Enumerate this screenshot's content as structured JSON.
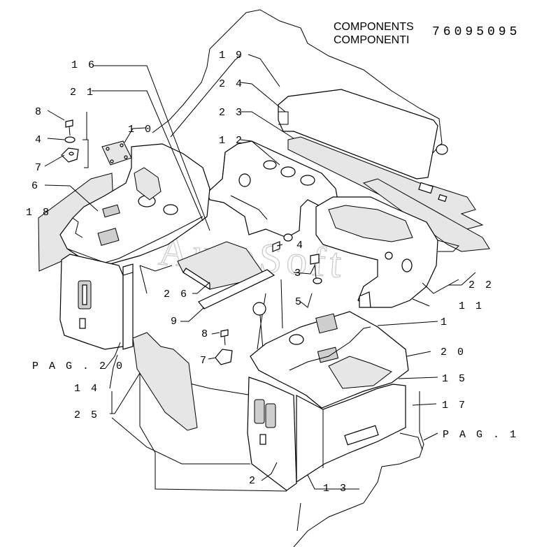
{
  "header": {
    "title_en": "COMPONENTS",
    "title_it": "COMPONENTI",
    "part_number": "76095095"
  },
  "watermark": "AutoSoft",
  "labels": [
    {
      "id": "16",
      "text": "1 6"
    },
    {
      "id": "19",
      "text": "1 9"
    },
    {
      "id": "21",
      "text": "2 1"
    },
    {
      "id": "24",
      "text": "2 4"
    },
    {
      "id": "8a",
      "text": "8"
    },
    {
      "id": "23",
      "text": "2 3"
    },
    {
      "id": "10",
      "text": "1 0"
    },
    {
      "id": "4a",
      "text": "4"
    },
    {
      "id": "12",
      "text": "1 2"
    },
    {
      "id": "7a",
      "text": "7"
    },
    {
      "id": "6",
      "text": "6"
    },
    {
      "id": "18",
      "text": "1 8"
    },
    {
      "id": "4b",
      "text": "4"
    },
    {
      "id": "3",
      "text": "3"
    },
    {
      "id": "22",
      "text": "2 2"
    },
    {
      "id": "26",
      "text": "2 6"
    },
    {
      "id": "5",
      "text": "5"
    },
    {
      "id": "11",
      "text": "1 1"
    },
    {
      "id": "9",
      "text": "9"
    },
    {
      "id": "1",
      "text": "1"
    },
    {
      "id": "8b",
      "text": "8"
    },
    {
      "id": "20",
      "text": "2 0"
    },
    {
      "id": "7b",
      "text": "7"
    },
    {
      "id": "pag20",
      "text": "P A G . 2 0"
    },
    {
      "id": "15",
      "text": "1 5"
    },
    {
      "id": "14",
      "text": "1 4"
    },
    {
      "id": "17",
      "text": "1 7"
    },
    {
      "id": "25",
      "text": "2 5"
    },
    {
      "id": "pag1",
      "text": "P A G . 1"
    },
    {
      "id": "2",
      "text": "2"
    },
    {
      "id": "13",
      "text": "1 3"
    }
  ]
}
